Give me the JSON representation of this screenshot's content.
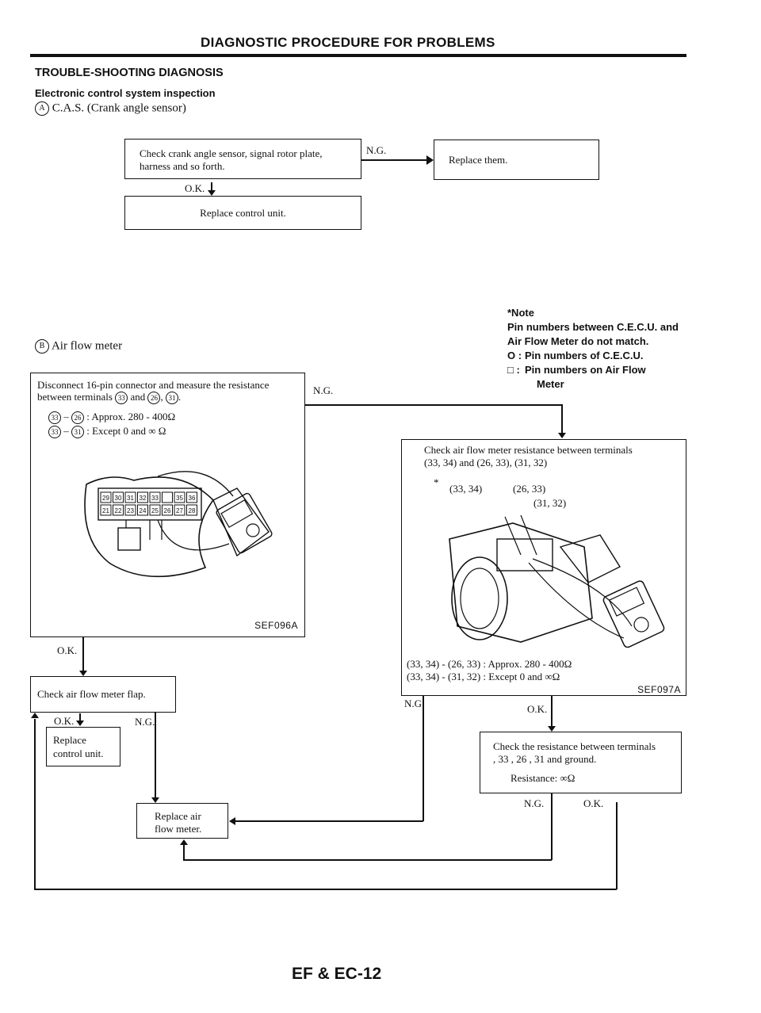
{
  "header": {
    "title": "DIAGNOSTIC PROCEDURE FOR PROBLEMS",
    "section": "TROUBLE-SHOOTING DIAGNOSIS",
    "subsection": "Electronic control system inspection"
  },
  "cas": {
    "marker": "A",
    "title": "C.A.S. (Crank angle sensor)",
    "check_box": "Check crank angle sensor, signal rotor plate, harness and so forth.",
    "ng_label": "N.G.",
    "replace_them": "Replace them.",
    "ok_label": "O.K.",
    "replace_control": "Replace control unit."
  },
  "note": {
    "title": "*Note",
    "line1": "Pin numbers between C.E.C.U. and",
    "line2": "Air Flow Meter do not match.",
    "legend_circle_sym": "O :",
    "legend_circle": "Pin numbers of C.E.C.U.",
    "legend_square_sym": "□ :",
    "legend_square": "Pin numbers on Air Flow",
    "legend_square2": "Meter"
  },
  "afm": {
    "marker": "B",
    "title": "Air flow meter",
    "disconnect_line1": "Disconnect 16-pin connector and measure the resistance",
    "disconnect_line2": "between terminals",
    "t33": "33",
    "t26": "26",
    "t31": "31",
    "and_text": "and",
    "spec1_value": ": Approx. 280 - 400Ω",
    "spec2_value": ": Except 0 and ∞ Ω",
    "connector_pins_top": [
      "29",
      "30",
      "31",
      "32",
      "33",
      "",
      "35",
      "36"
    ],
    "connector_pins_bottom": [
      "21",
      "22",
      "23",
      "24",
      "25",
      "26",
      "27",
      "28"
    ],
    "fig1_code": "SEF096A",
    "ng_right": "N.G.",
    "ok_down": "O.K.",
    "check_flap": "Check air flow meter flap.",
    "flap_ok": "O.K.",
    "flap_ng": "N.G.",
    "replace_control": "Replace control unit.",
    "replace_control_line1": "Replace",
    "replace_control_line2": "control unit.",
    "replace_afm_line1": "Replace air",
    "replace_afm_line2": "flow meter.",
    "right_check_line1": "Check air flow meter resistance between terminals",
    "right_pins": "(33, 34) and (26, 33), (31, 32)",
    "fig2_star": "*",
    "fig2_label_a": "(33, 34)",
    "fig2_label_b": "(26, 33)",
    "fig2_label_c": "(31, 32)",
    "fig2_spec1": "(33, 34) - (26, 33) : Approx. 280 - 400Ω",
    "fig2_spec2": "(33, 34) - (31, 32) : Except 0 and ∞Ω",
    "fig2_code": "SEF097A",
    "fig2_ng": "N.G.",
    "fig2_ok": "O.K.",
    "ground_check_line1": "Check the resistance between terminals",
    "ground_check_line2": ", 33 , 26 , 31 and ground.",
    "ground_resistance": "Resistance: ∞Ω",
    "ground_ng": "N.G.",
    "ground_ok": "O.K."
  },
  "footer": {
    "page": "EF & EC-12"
  }
}
